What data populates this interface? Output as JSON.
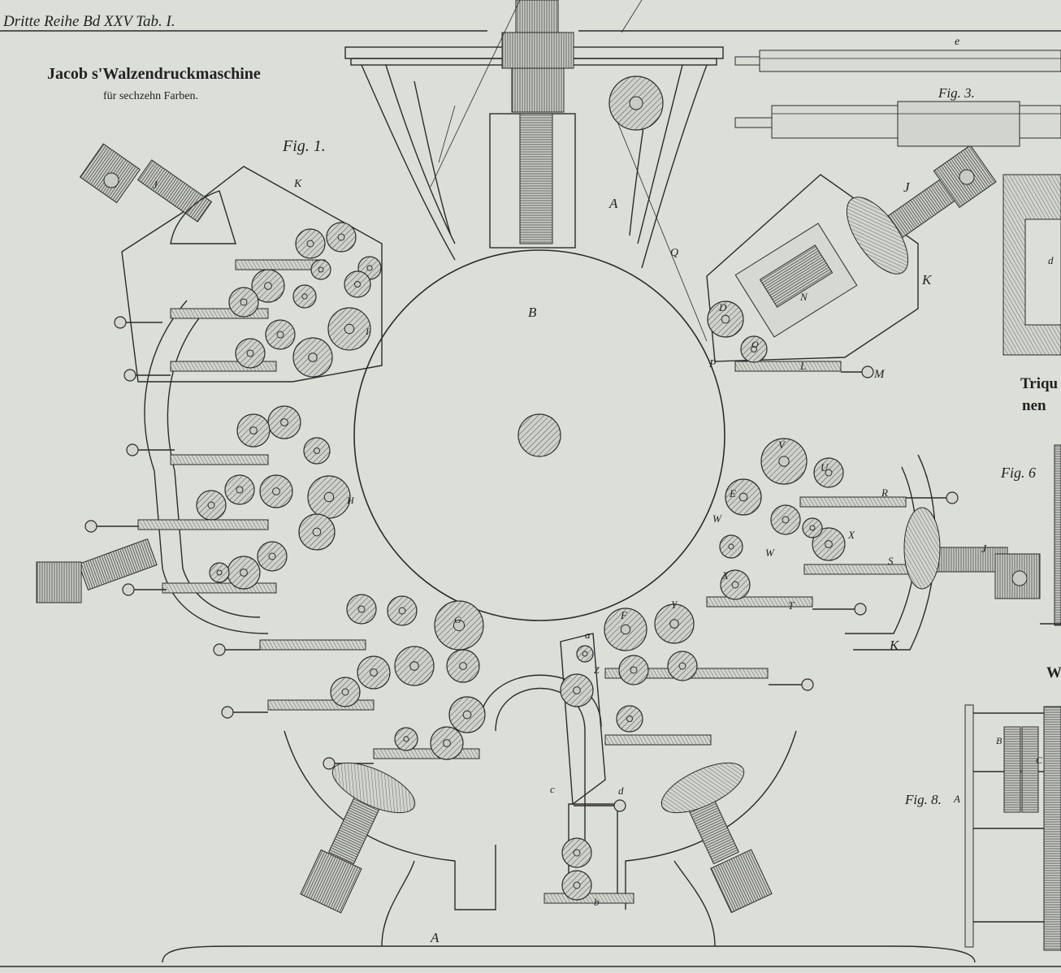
{
  "plate": {
    "header": "Dritte Reihe Bd XXV Tab. I.",
    "title": "Jacob s'Walzendruckmaschine",
    "subtitle": "für sechzehn Farben."
  },
  "figures": {
    "fig1": "Fig. 1.",
    "fig3": "Fig. 3.",
    "fig6": "Fig. 6",
    "fig8": "Fig. 8."
  },
  "side_text": {
    "line1": "Triqu",
    "line2": "nen",
    "line3": "W"
  },
  "letters": {
    "A_top": "A",
    "A_bottom": "A",
    "B": "B",
    "Q": "Q",
    "e": "e",
    "J_left": "J",
    "K_left": "K",
    "I": "I",
    "H": "H",
    "G": "G",
    "J_right": "J",
    "K_right": "K",
    "N": "N",
    "D": "D",
    "O": "O",
    "P": "P",
    "L": "L",
    "M": "M",
    "V": "V",
    "U": "U",
    "E": "E",
    "R": "R",
    "W1": "W",
    "W2": "W",
    "X1": "X",
    "X2": "X",
    "S": "S",
    "T": "T",
    "J_right2": "J",
    "K_right2": "K",
    "F": "F",
    "Y": "Y",
    "a": "a",
    "Z": "Z",
    "c": "c",
    "d": "d",
    "b": "b",
    "d_fig": "d",
    "fig8_B": "B",
    "fig8_C": "C",
    "fig8_A": "A"
  }
}
